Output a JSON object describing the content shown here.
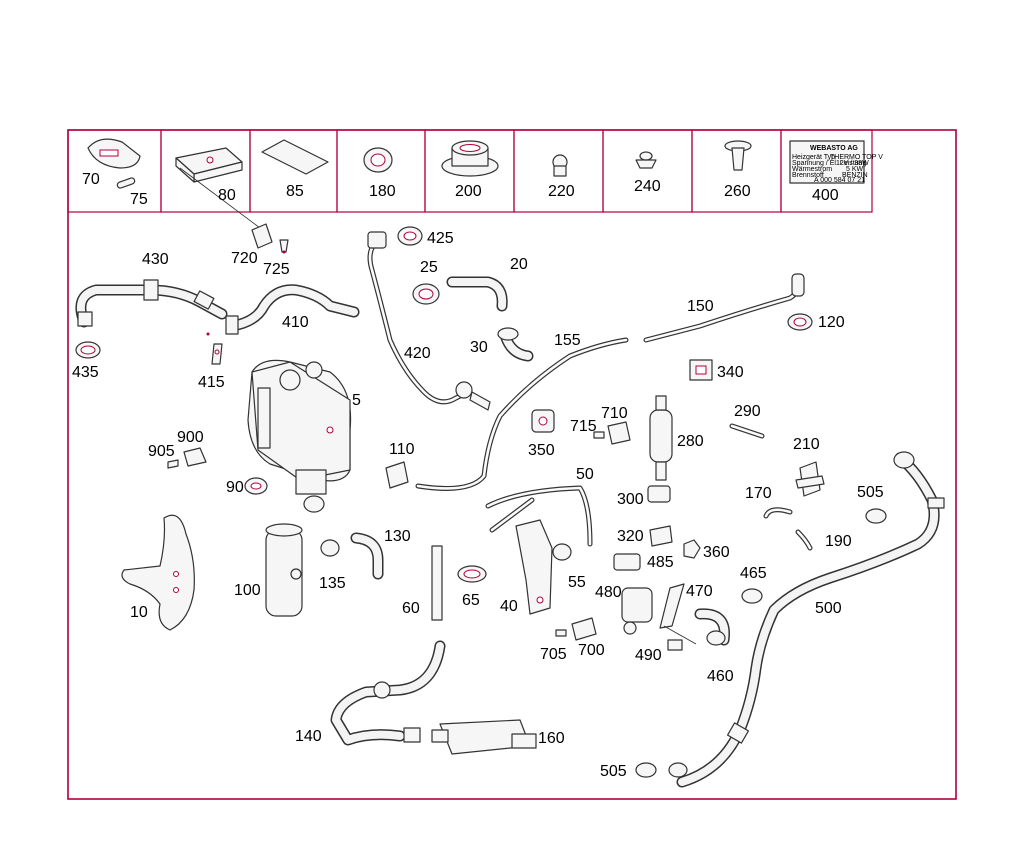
{
  "diagram": {
    "header_parts": [
      "70",
      "75",
      "80",
      "85",
      "180",
      "200",
      "220",
      "240",
      "260",
      "400"
    ],
    "label_plate": {
      "brand": "WEBASTO AG",
      "lines_left": [
        "Heizgerät Typ",
        "Spannung / El. Leistung",
        "Wärmestrom",
        "Brennstoff"
      ],
      "lines_right": [
        "THERMO TOP V",
        "12V / 38W",
        "5 KW",
        "BENZIN"
      ],
      "part_no": "A 000 584 07 21"
    },
    "parts": {
      "p5": "5",
      "p10": "10",
      "p20": "20",
      "p25": "25",
      "p30": "30",
      "p40": "40",
      "p50": "50",
      "p55": "55",
      "p60": "60",
      "p65": "65",
      "p90": "90",
      "p100": "100",
      "p110": "110",
      "p120": "120",
      "p130": "130",
      "p135": "135",
      "p140": "140",
      "p150": "150",
      "p155": "155",
      "p160": "160",
      "p170": "170",
      "p190": "190",
      "p210": "210",
      "p280": "280",
      "p290": "290",
      "p300": "300",
      "p320": "320",
      "p340": "340",
      "p350": "350",
      "p360": "360",
      "p410": "410",
      "p415": "415",
      "p420": "420",
      "p425": "425",
      "p430": "430",
      "p435": "435",
      "p460": "460",
      "p465": "465",
      "p470": "470",
      "p480": "480",
      "p485": "485",
      "p490": "490",
      "p500": "500",
      "p505a": "505",
      "p505b": "505",
      "p700": "700",
      "p705": "705",
      "p710": "710",
      "p715": "715",
      "p720": "720",
      "p725": "725",
      "p900": "900",
      "p905": "905"
    }
  }
}
